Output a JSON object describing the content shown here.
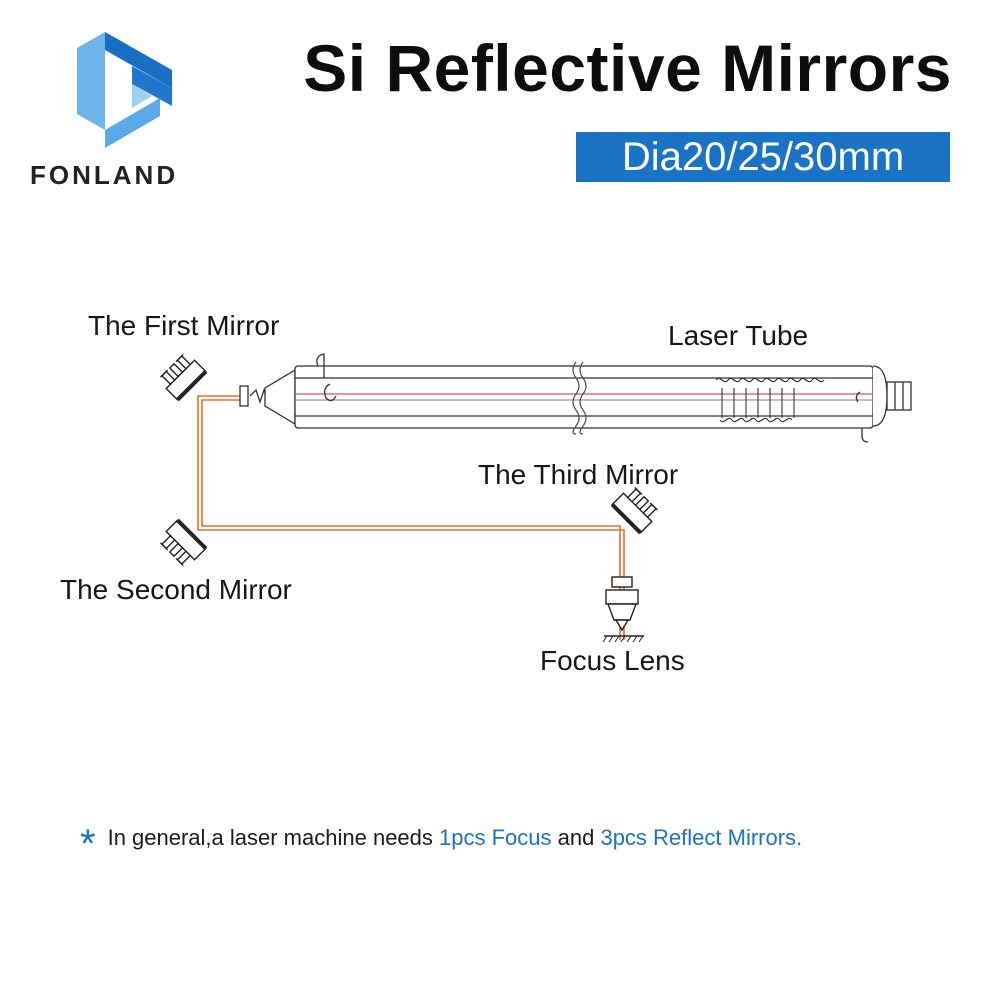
{
  "brand": {
    "name": "FONLAND",
    "accent": "#1a73c4",
    "icon": "fonland-logo-icon"
  },
  "header": {
    "title": "Si Reflective Mirrors",
    "subtitle": "Dia20/25/30mm"
  },
  "diagram": {
    "labels": {
      "first_mirror": "The First Mirror",
      "laser_tube": "Laser Tube",
      "third_mirror": "The Third Mirror",
      "second_mirror": "The Second Mirror",
      "focus_lens": "Focus Lens"
    },
    "beam_color": "#e8702a"
  },
  "note": {
    "star": "*",
    "prefix": "In general,a laser machine needs ",
    "focus": "1pcs Focus",
    "middle": " and ",
    "mirrors": "3pcs Reflect Mirrors."
  }
}
